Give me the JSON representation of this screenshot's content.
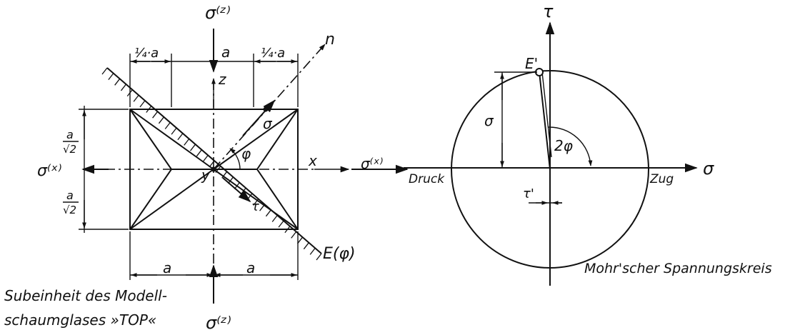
{
  "left_figure": {
    "sigma_z_top": "σ⁽ᶻ⁾",
    "sigma_z_bottom": "σ⁽ᶻ⁾",
    "sigma_x_left": "σ⁽ˣ⁾",
    "sigma_x_right": "σ⁽ˣ⁾",
    "axis_z": "z",
    "axis_x": "x",
    "axis_y": "y",
    "axis_n": "n",
    "dim_quarter_left": "¼·a",
    "dim_center": "a",
    "dim_quarter_right": "¼·a",
    "dim_bottom_left": "a",
    "dim_bottom_right": "a",
    "dim_frac_num_top": "a",
    "dim_frac_den_top": "√2",
    "dim_frac_num_bottom": "a",
    "dim_frac_den_bottom": "√2",
    "angle_phi": "φ",
    "normal_stress": "σ",
    "shear_stress": "τ",
    "plane_label": "E(φ)",
    "caption_line1": "Subeinheit des Modell-",
    "caption_line2": "schaumglases »TOP«"
  },
  "right_figure": {
    "axis_tau": "τ",
    "axis_sigma": "σ",
    "point_label": "E'",
    "sigma_dim": "σ",
    "tau_dim": "τ'",
    "angle_2phi": "2φ",
    "compression_label": "Druck",
    "tension_label": "Zug",
    "caption": "Mohr'scher Spannungskreis"
  }
}
